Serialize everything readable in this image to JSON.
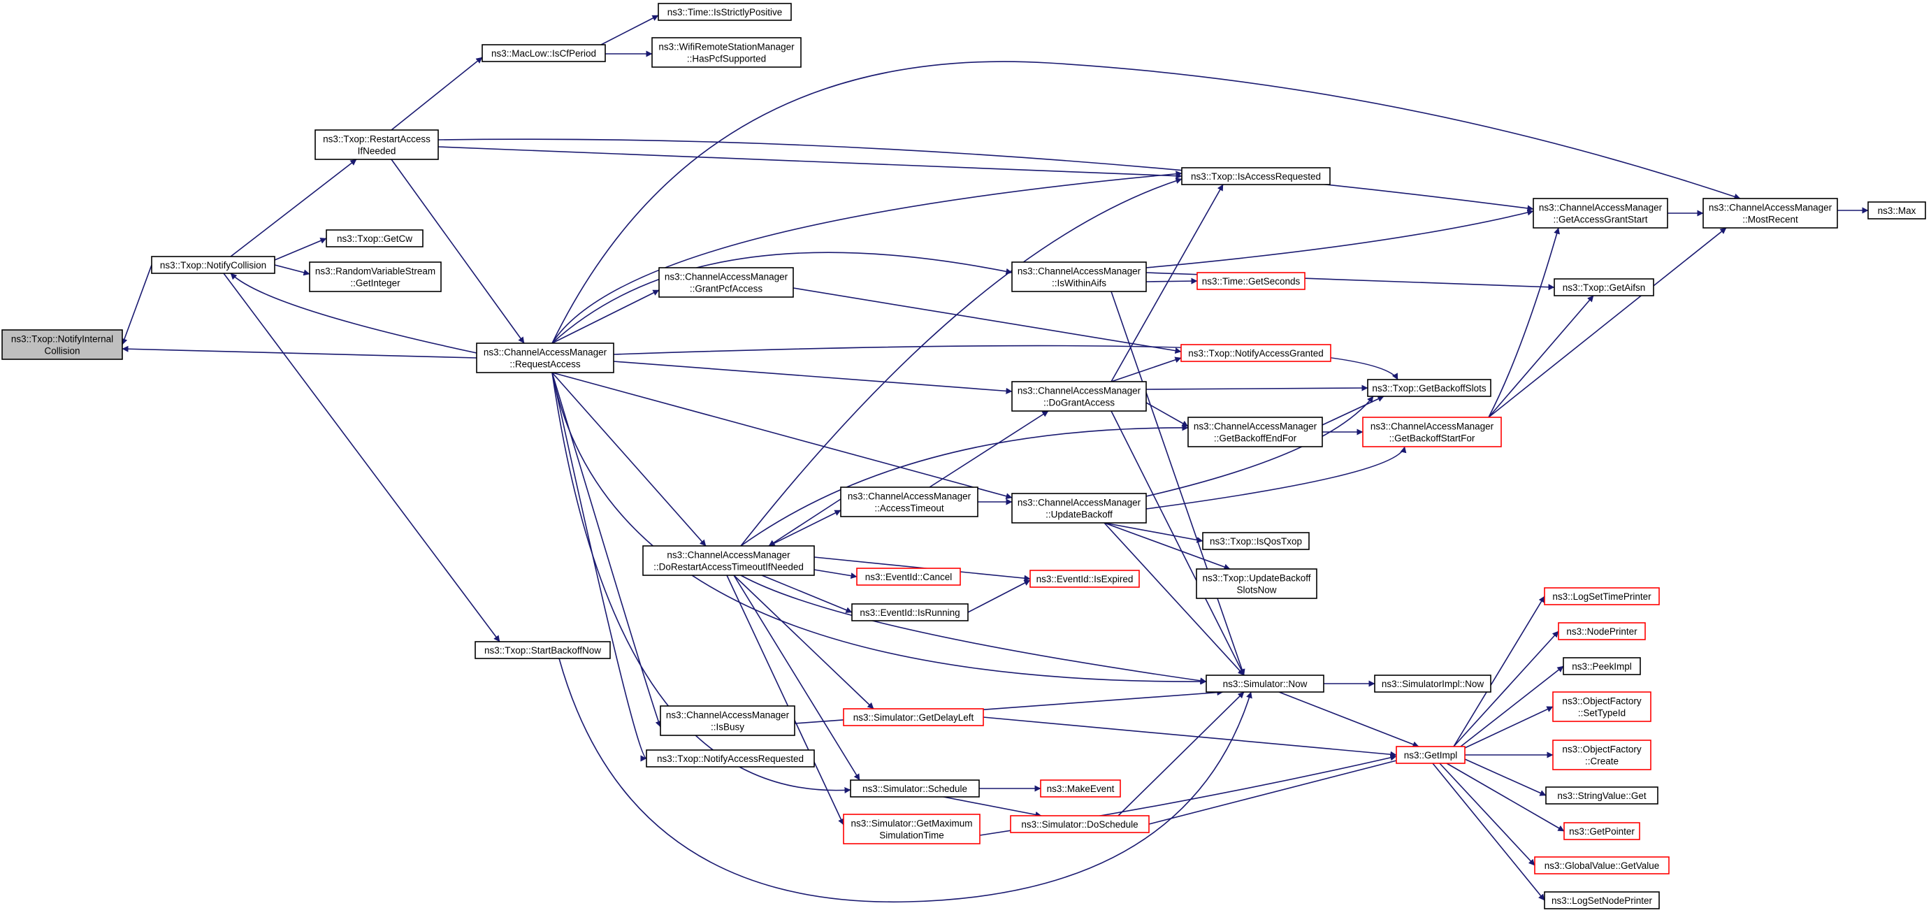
{
  "graph": {
    "edge_color": "#191970",
    "root_fill": "#bfbfbf",
    "highlight_border": "#ff0000",
    "nodes": [
      {
        "id": "n0",
        "lines": [
          "ns3::Txop::NotifyInternal",
          "Collision"
        ],
        "style": "root"
      },
      {
        "id": "n1",
        "lines": [
          "ns3::Txop::NotifyCollision"
        ],
        "style": "black"
      },
      {
        "id": "n2",
        "lines": [
          "ns3::ChannelAccessManager",
          "::RequestAccess"
        ],
        "style": "black"
      },
      {
        "id": "n3",
        "lines": [
          "ns3::Txop::RestartAccess",
          "IfNeeded"
        ],
        "style": "black"
      },
      {
        "id": "n4",
        "lines": [
          "ns3::Txop::GetCw"
        ],
        "style": "black"
      },
      {
        "id": "n5",
        "lines": [
          "ns3::RandomVariableStream",
          "::GetInteger"
        ],
        "style": "black"
      },
      {
        "id": "n6",
        "lines": [
          "ns3::Txop::StartBackoffNow"
        ],
        "style": "black"
      },
      {
        "id": "n7",
        "lines": [
          "ns3::MacLow::IsCfPeriod"
        ],
        "style": "black"
      },
      {
        "id": "n8",
        "lines": [
          "ns3::Time::IsStrictlyPositive"
        ],
        "style": "black"
      },
      {
        "id": "n9",
        "lines": [
          "ns3::WifiRemoteStationManager",
          "::HasPcfSupported"
        ],
        "style": "black"
      },
      {
        "id": "n10",
        "lines": [
          "ns3::Txop::IsAccessRequested"
        ],
        "style": "black"
      },
      {
        "id": "n11",
        "lines": [
          "ns3::ChannelAccessManager",
          "::GrantPcfAccess"
        ],
        "style": "black"
      },
      {
        "id": "n12",
        "lines": [
          "ns3::ChannelAccessManager",
          "::DoRestartAccessTimeoutIfNeeded"
        ],
        "style": "black"
      },
      {
        "id": "n13",
        "lines": [
          "ns3::ChannelAccessManager",
          "::IsBusy"
        ],
        "style": "black"
      },
      {
        "id": "n14",
        "lines": [
          "ns3::Txop::NotifyAccessRequested"
        ],
        "style": "black"
      },
      {
        "id": "n15",
        "lines": [
          "ns3::ChannelAccessManager",
          "::AccessTimeout"
        ],
        "style": "black"
      },
      {
        "id": "n16",
        "lines": [
          "ns3::EventId::Cancel"
        ],
        "style": "red"
      },
      {
        "id": "n17",
        "lines": [
          "ns3::EventId::IsRunning"
        ],
        "style": "black"
      },
      {
        "id": "n18",
        "lines": [
          "ns3::Simulator::GetDelayLeft"
        ],
        "style": "red"
      },
      {
        "id": "n19",
        "lines": [
          "ns3::Simulator::Schedule"
        ],
        "style": "black"
      },
      {
        "id": "n20",
        "lines": [
          "ns3::Simulator::GetMaximum",
          "SimulationTime"
        ],
        "style": "red"
      },
      {
        "id": "n21",
        "lines": [
          "ns3::ChannelAccessManager",
          "::IsWithinAifs"
        ],
        "style": "black"
      },
      {
        "id": "n22",
        "lines": [
          "ns3::ChannelAccessManager",
          "::DoGrantAccess"
        ],
        "style": "black"
      },
      {
        "id": "n23",
        "lines": [
          "ns3::ChannelAccessManager",
          "::UpdateBackoff"
        ],
        "style": "black"
      },
      {
        "id": "n24",
        "lines": [
          "ns3::Simulator::Now"
        ],
        "style": "black"
      },
      {
        "id": "n25",
        "lines": [
          "ns3::MakeEvent"
        ],
        "style": "red"
      },
      {
        "id": "n26",
        "lines": [
          "ns3::Simulator::DoSchedule"
        ],
        "style": "red"
      },
      {
        "id": "n27",
        "lines": [
          "ns3::Time::GetSeconds"
        ],
        "style": "red"
      },
      {
        "id": "n28",
        "lines": [
          "ns3::Txop::NotifyAccessGranted"
        ],
        "style": "red"
      },
      {
        "id": "n29",
        "lines": [
          "ns3::ChannelAccessManager",
          "::GetBackoffEndFor"
        ],
        "style": "black"
      },
      {
        "id": "n30",
        "lines": [
          "ns3::EventId::IsExpired"
        ],
        "style": "red"
      },
      {
        "id": "n31",
        "lines": [
          "ns3::Txop::IsQosTxop"
        ],
        "style": "black"
      },
      {
        "id": "n32",
        "lines": [
          "ns3::Txop::UpdateBackoff",
          "SlotsNow"
        ],
        "style": "black"
      },
      {
        "id": "n33",
        "lines": [
          "ns3::SimulatorImpl::Now"
        ],
        "style": "black"
      },
      {
        "id": "n34",
        "lines": [
          "ns3::GetImpl"
        ],
        "style": "red"
      },
      {
        "id": "n35",
        "lines": [
          "ns3::ChannelAccessManager",
          "::GetAccessGrantStart"
        ],
        "style": "black"
      },
      {
        "id": "n36",
        "lines": [
          "ns3::Txop::GetAifsn"
        ],
        "style": "black"
      },
      {
        "id": "n37",
        "lines": [
          "ns3::Txop::GetBackoffSlots"
        ],
        "style": "black"
      },
      {
        "id": "n38",
        "lines": [
          "ns3::ChannelAccessManager",
          "::GetBackoffStartFor"
        ],
        "style": "red"
      },
      {
        "id": "n39",
        "lines": [
          "ns3::ChannelAccessManager",
          "::MostRecent"
        ],
        "style": "black"
      },
      {
        "id": "n40",
        "lines": [
          "ns3::Max"
        ],
        "style": "black"
      },
      {
        "id": "n41",
        "lines": [
          "ns3::LogSetTimePrinter"
        ],
        "style": "red"
      },
      {
        "id": "n42",
        "lines": [
          "ns3::NodePrinter"
        ],
        "style": "red"
      },
      {
        "id": "n43",
        "lines": [
          "ns3::PeekImpl"
        ],
        "style": "black"
      },
      {
        "id": "n44",
        "lines": [
          "ns3::ObjectFactory",
          "::SetTypeId"
        ],
        "style": "red"
      },
      {
        "id": "n45",
        "lines": [
          "ns3::ObjectFactory",
          "::Create"
        ],
        "style": "red"
      },
      {
        "id": "n46",
        "lines": [
          "ns3::StringValue::Get"
        ],
        "style": "black"
      },
      {
        "id": "n47",
        "lines": [
          "ns3::GetPointer"
        ],
        "style": "red"
      },
      {
        "id": "n48",
        "lines": [
          "ns3::GlobalValue::GetValue"
        ],
        "style": "red"
      },
      {
        "id": "n49",
        "lines": [
          "ns3::LogSetNodePrinter"
        ],
        "style": "black"
      }
    ]
  }
}
